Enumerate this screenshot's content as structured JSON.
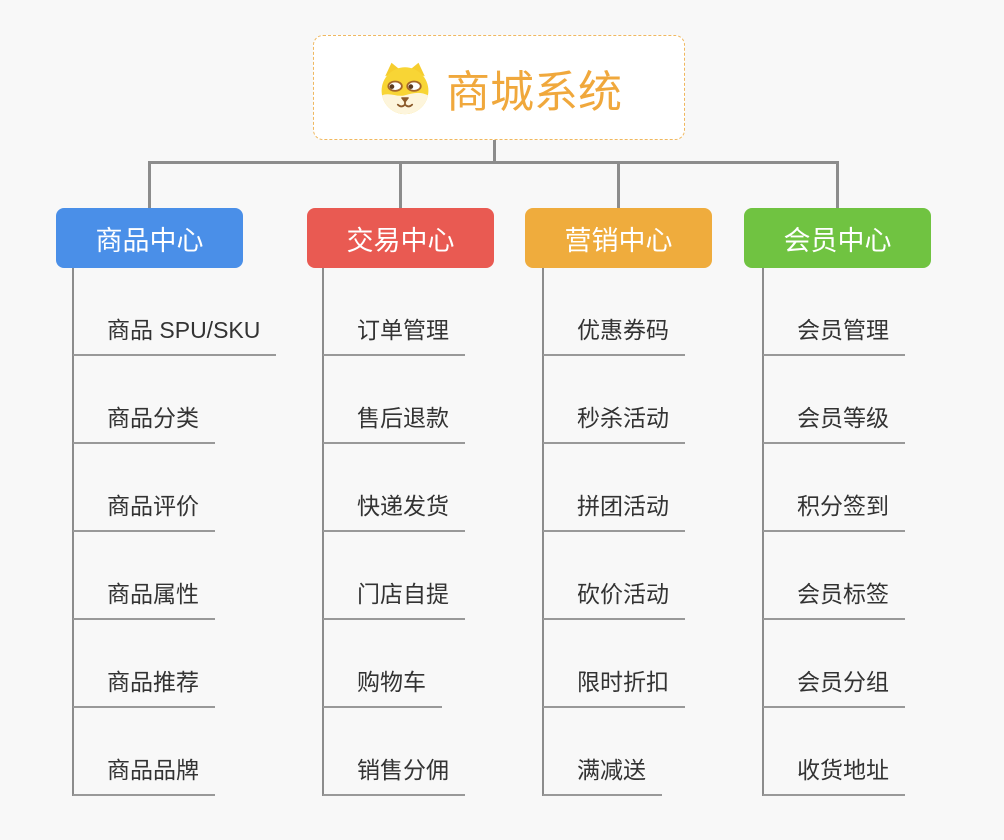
{
  "root": {
    "label": "商城系统",
    "icon": "dog-face-icon",
    "text_color": "#F0A83C",
    "border_color": "#F0B85F"
  },
  "branches": [
    {
      "label": "商品中心",
      "color": "#4A8FE8",
      "children": [
        "商品 SPU/SKU",
        "商品分类",
        "商品评价",
        "商品属性",
        "商品推荐",
        "商品品牌"
      ]
    },
    {
      "label": "交易中心",
      "color": "#E95A52",
      "children": [
        "订单管理",
        "售后退款",
        "快递发货",
        "门店自提",
        "购物车",
        "销售分佣"
      ]
    },
    {
      "label": "营销中心",
      "color": "#EFAC3D",
      "children": [
        "优惠券码",
        "秒杀活动",
        "拼团活动",
        "砍价活动",
        "限时折扣",
        "满减送"
      ]
    },
    {
      "label": "会员中心",
      "color": "#70C341",
      "children": [
        "会员管理",
        "会员等级",
        "积分签到",
        "会员标签",
        "会员分组",
        "收货地址"
      ]
    }
  ],
  "colors": {
    "background": "#F8F8F8",
    "connector": "#8C8C8C",
    "leaf_underline": "#999999",
    "leaf_text": "#333333",
    "branch_text": "#FFFFFF"
  }
}
